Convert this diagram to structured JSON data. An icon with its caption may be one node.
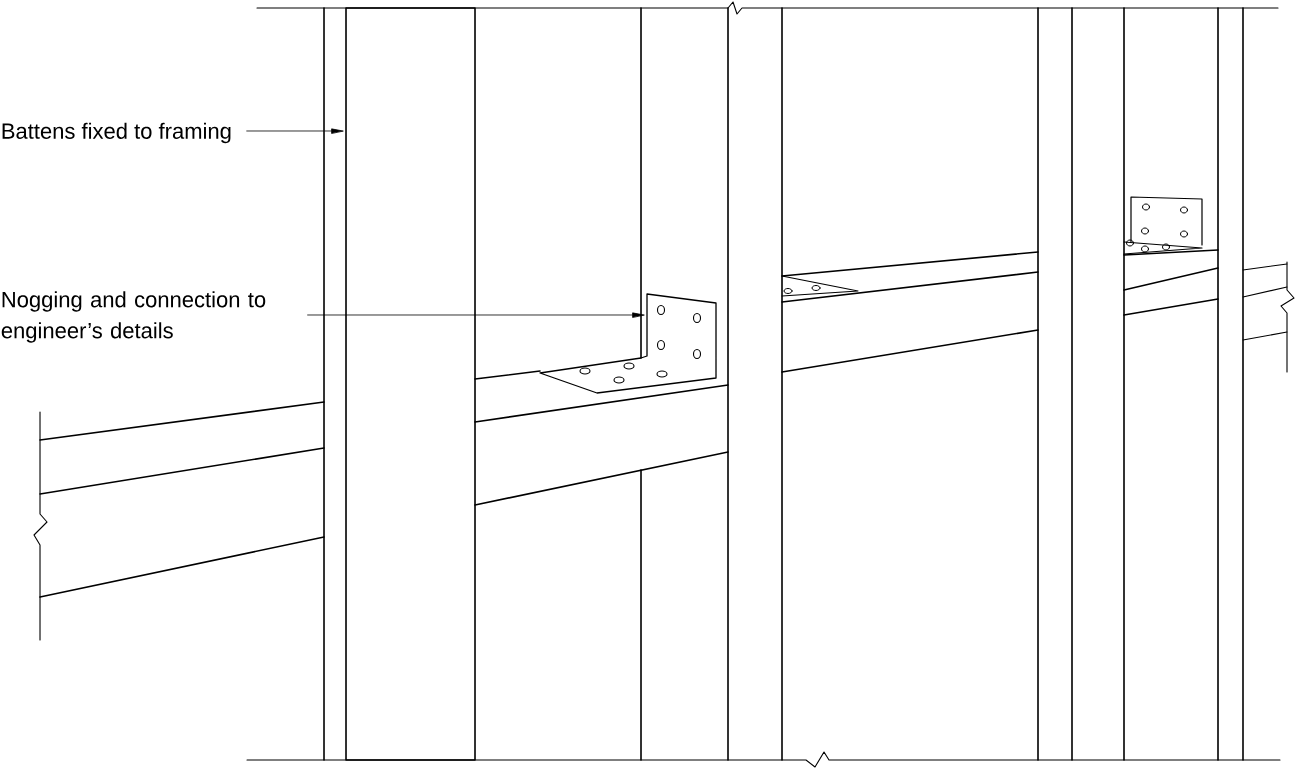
{
  "diagram": {
    "nodes": [
      {
        "text": [
          "Battens fixed to framing"
        ]
      },
      {
        "text": [],
        "shape": "bar"
      },
      {
        "text": [
          "Nogging and connection to engineer’s details"
        ]
      },
      {
        "text": [],
        "shape": "picture"
      }
    ],
    "edges": [
      {
        "from": 0,
        "to": 1,
        "arrow": "to"
      },
      {
        "from": 2,
        "to": 3,
        "arrow": "to"
      }
    ]
  }
}
